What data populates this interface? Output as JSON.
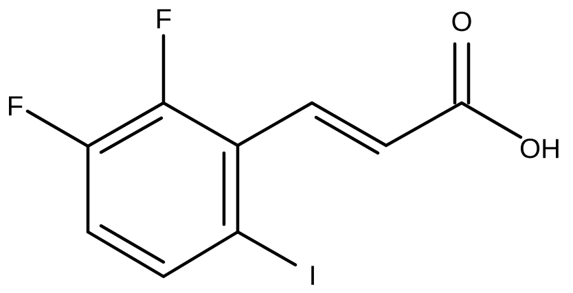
{
  "molecule": {
    "atoms": {
      "f_top": "F",
      "f_left": "F",
      "iodine": "I",
      "carbonyl_o": "O",
      "hydroxyl": "OH"
    }
  },
  "colors": {
    "bond": "#000000",
    "label": "#000000",
    "background": "#ffffff"
  }
}
